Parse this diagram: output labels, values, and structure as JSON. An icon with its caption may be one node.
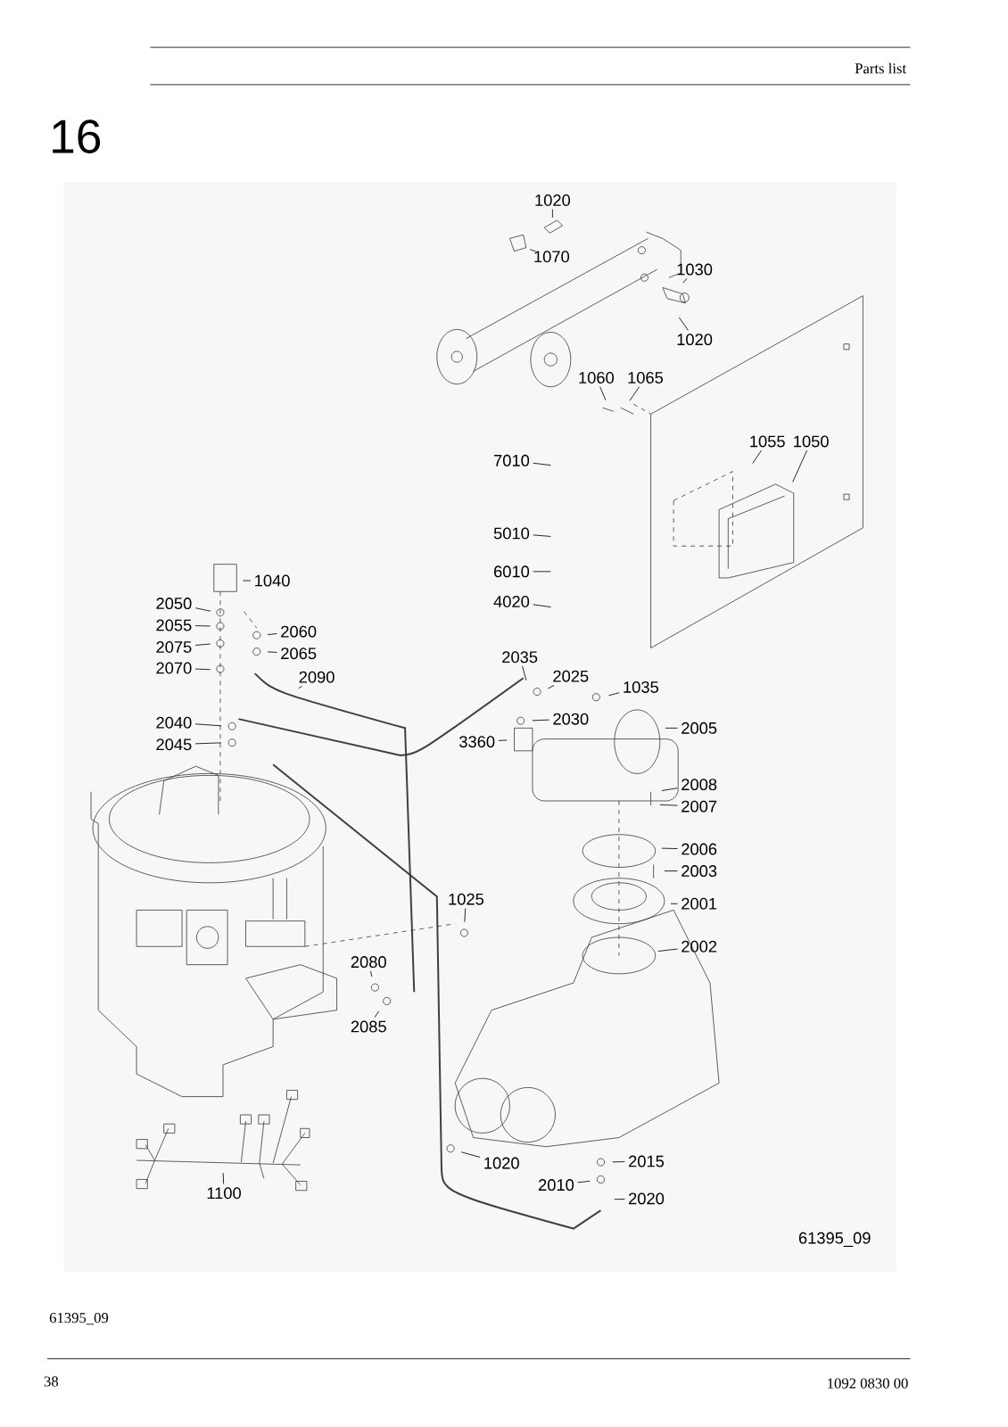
{
  "diagram": {
    "nodes": [
      {
        "text": [
          "1020"
        ]
      },
      {
        "text": [
          "1070"
        ]
      },
      {
        "text": [
          "1030"
        ]
      },
      {
        "text": [
          "1020"
        ]
      },
      {
        "text": [
          "1060"
        ]
      },
      {
        "text": [
          "1065"
        ]
      },
      {
        "text": [
          "1055"
        ]
      },
      {
        "text": [
          "1050"
        ]
      },
      {
        "text": [
          "7010"
        ]
      },
      {
        "text": [
          "5010"
        ]
      },
      {
        "text": [
          "6010"
        ]
      },
      {
        "text": [
          "4020"
        ]
      },
      {
        "text": [
          "1040"
        ]
      },
      {
        "text": [
          "2050"
        ]
      },
      {
        "text": [
          "2055"
        ]
      },
      {
        "text": [
          "2075"
        ]
      },
      {
        "text": [
          "2070"
        ]
      },
      {
        "text": [
          "2060"
        ]
      },
      {
        "text": [
          "2065"
        ]
      },
      {
        "text": [
          "2090"
        ]
      },
      {
        "text": [
          "2035"
        ]
      },
      {
        "text": [
          "2025"
        ]
      },
      {
        "text": [
          "1035"
        ]
      },
      {
        "text": [
          "2030"
        ]
      },
      {
        "text": [
          "2005"
        ]
      },
      {
        "text": [
          "3360"
        ]
      },
      {
        "text": [
          "2040"
        ]
      },
      {
        "text": [
          "2045"
        ]
      },
      {
        "text": [
          "2008"
        ]
      },
      {
        "text": [
          "2007"
        ]
      },
      {
        "text": [
          "2006"
        ]
      },
      {
        "text": [
          "2003"
        ]
      },
      {
        "text": [
          "2001"
        ]
      },
      {
        "text": [
          "1025"
        ]
      },
      {
        "text": [
          "2002"
        ]
      },
      {
        "text": [
          "2080"
        ]
      },
      {
        "text": [
          "2085"
        ]
      },
      {
        "text": [
          "1020"
        ]
      },
      {
        "text": [
          "2015"
        ]
      },
      {
        "text": [
          "2010"
        ]
      },
      {
        "text": [
          "2020"
        ]
      },
      {
        "text": [
          "1100"
        ]
      }
    ],
    "edges": [
      {
        "from": 0,
        "to": null,
        "arrow": "none"
      },
      {
        "from": 1,
        "to": null,
        "arrow": "none"
      },
      {
        "from": 2,
        "to": null,
        "arrow": "none"
      },
      {
        "from": 3,
        "to": null,
        "arrow": "none"
      },
      {
        "from": 4,
        "to": null,
        "arrow": "none"
      },
      {
        "from": 5,
        "to": null,
        "arrow": "none"
      },
      {
        "from": 6,
        "to": null,
        "arrow": "none"
      },
      {
        "from": 7,
        "to": null,
        "arrow": "none"
      },
      {
        "from": 8,
        "to": null,
        "arrow": "none"
      },
      {
        "from": 9,
        "to": null,
        "arrow": "none"
      },
      {
        "from": 10,
        "to": null,
        "arrow": "none"
      },
      {
        "from": 11,
        "to": null,
        "arrow": "none"
      },
      {
        "from": 12,
        "to": null,
        "arrow": "none"
      },
      {
        "from": 13,
        "to": null,
        "arrow": "none"
      },
      {
        "from": 14,
        "to": null,
        "arrow": "none"
      },
      {
        "from": 15,
        "to": null,
        "arrow": "none"
      },
      {
        "from": 16,
        "to": null,
        "arrow": "none"
      },
      {
        "from": 17,
        "to": null,
        "arrow": "none"
      },
      {
        "from": 18,
        "to": null,
        "arrow": "none"
      },
      {
        "from": 19,
        "to": null,
        "arrow": "none"
      },
      {
        "from": 20,
        "to": null,
        "arrow": "none"
      },
      {
        "from": 21,
        "to": null,
        "arrow": "none"
      },
      {
        "from": 22,
        "to": null,
        "arrow": "none"
      },
      {
        "from": 23,
        "to": null,
        "arrow": "none"
      },
      {
        "from": 24,
        "to": null,
        "arrow": "none"
      },
      {
        "from": 25,
        "to": null,
        "arrow": "none"
      },
      {
        "from": 26,
        "to": null,
        "arrow": "none"
      },
      {
        "from": 27,
        "to": null,
        "arrow": "none"
      },
      {
        "from": 28,
        "to": null,
        "arrow": "none"
      },
      {
        "from": 29,
        "to": null,
        "arrow": "none"
      },
      {
        "from": 30,
        "to": null,
        "arrow": "none"
      },
      {
        "from": 31,
        "to": null,
        "arrow": "none"
      },
      {
        "from": 32,
        "to": null,
        "arrow": "none"
      },
      {
        "from": 33,
        "to": null,
        "arrow": "none"
      },
      {
        "from": 34,
        "to": null,
        "arrow": "none"
      },
      {
        "from": 35,
        "to": null,
        "arrow": "none"
      },
      {
        "from": 36,
        "to": null,
        "arrow": "none"
      },
      {
        "from": 37,
        "to": null,
        "arrow": "none"
      },
      {
        "from": 38,
        "to": null,
        "arrow": "none"
      },
      {
        "from": 39,
        "to": null,
        "arrow": "none"
      },
      {
        "from": 40,
        "to": null,
        "arrow": "none"
      },
      {
        "from": 41,
        "to": null,
        "arrow": "none"
      }
    ],
    "labels": [
      "Parts list",
      "16",
      "61395_09",
      "61395_09",
      "38",
      "1092 0830 00"
    ]
  }
}
